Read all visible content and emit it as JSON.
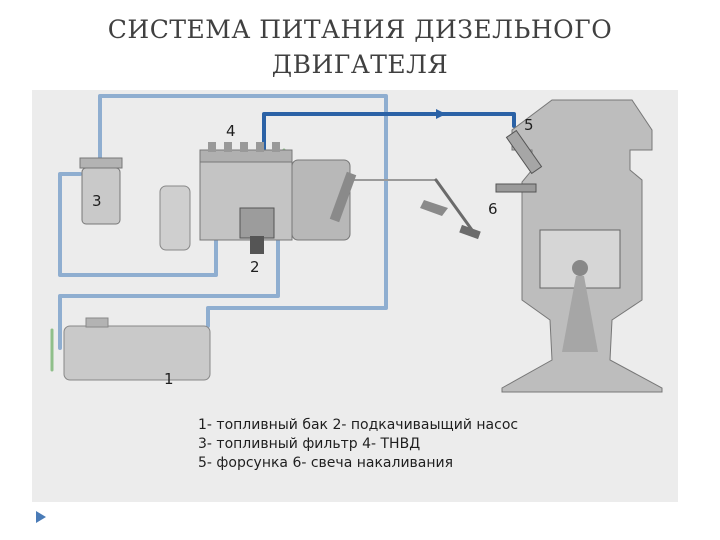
{
  "slide": {
    "title_line1": "СИСТЕМА ПИТАНИЯ ДИЗЕЛЬНОГО",
    "title_line2": "ДВИГАТЕЛЯ"
  },
  "diagram": {
    "callouts": {
      "tank": "1",
      "feed_pump": "2",
      "filter": "3",
      "injection_pump": "4",
      "injector": "5",
      "glow_plug": "6"
    },
    "legend": {
      "row1": "1- топливный бак  2- подкачиваыщий насос",
      "row2": "3- топливный фильтр  4- ТНВД",
      "row3": "5- форсунка   6- свеча накаливания"
    },
    "colors": {
      "low_pressure_line": "#8faed0",
      "high_pressure_line": "#2b62a6",
      "return_line": "#8fbf8a",
      "component_fill": "#c9c9c9",
      "engine_fill": "#bdbdbd"
    }
  },
  "nav": {
    "icon": "play-triangle-icon"
  }
}
